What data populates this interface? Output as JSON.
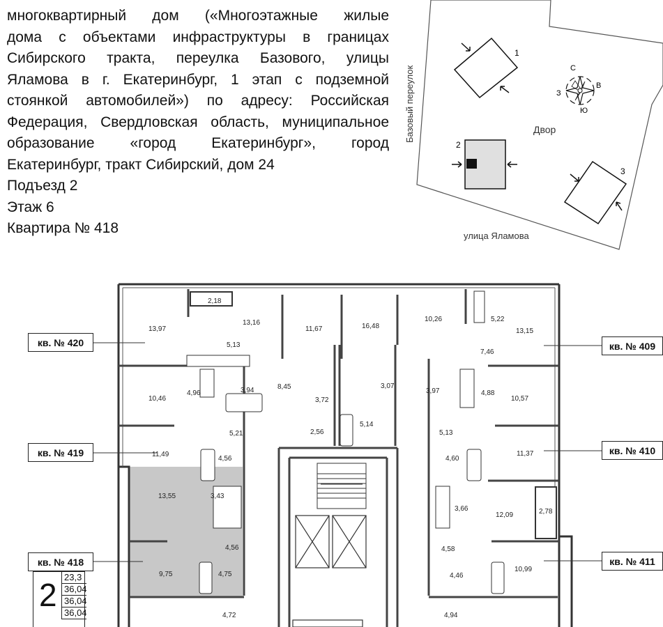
{
  "header": {
    "description_lines": [
      "многоквартирный дом («Многоэтажные жилые",
      "дома с объектами инфраструктуры в границах",
      "Сибирского тракта, переулка Базового, улицы",
      "Яламова в г. Екатеринбург, 1 этап с подземной",
      "стоянкой автомобилей») по адресу: Российская",
      "Федерация, Свердловская область, муниципальное",
      "образование «город Екатеринбург», город",
      "Екатеринбург, тракт Сибирский, дом 24"
    ],
    "entrance": "Подъезд 2",
    "floor": "Этаж 6",
    "apartment": "Квартира № 418"
  },
  "site_plan": {
    "street_left": "Базовый переулок",
    "street_bottom": "улица Яламова",
    "yard": "Двор",
    "buildings": [
      "1",
      "2",
      "3"
    ],
    "compass": {
      "north": "С",
      "east": "В",
      "south": "Ю",
      "west": "З"
    },
    "highlight_color": "#e0e0e0"
  },
  "apartments": {
    "left": [
      "кв. № 420",
      "кв. № 419",
      "кв. № 418"
    ],
    "right": [
      "кв. № 409",
      "кв. № 410",
      "кв. № 411"
    ]
  },
  "area_table": {
    "number": "2",
    "values": [
      "23,3",
      "36,04",
      "36,04",
      "36,04"
    ]
  },
  "room_areas": {
    "r1": "2,18",
    "r2": "13,97",
    "r3": "13,16",
    "r4": "5,13",
    "r5": "11,67",
    "r6": "16,48",
    "r7": "10,26",
    "r8": "5,22",
    "r9": "13,15",
    "r10": "7,46",
    "r11": "10,46",
    "r12": "4,96",
    "r13": "3,94",
    "r14": "8,45",
    "r15": "3,72",
    "r16": "3,07",
    "r17": "3,97",
    "r18": "4,88",
    "r19": "10,57",
    "r20": "5,21",
    "r21": "2,56",
    "r22": "5,14",
    "r23": "5,13",
    "r24": "11,49",
    "r25": "4,56",
    "r26": "4,60",
    "r27": "11,37",
    "r28": "13,55",
    "r29": "3,43",
    "r30": "3,66",
    "r31": "12,09",
    "r32": "2,78",
    "r33": "4,56",
    "r34": "4,58",
    "r35": "9,75",
    "r36": "4,75",
    "r37": "4,46",
    "r38": "10,99",
    "r39": "4,72",
    "r40": "4,94"
  },
  "colors": {
    "highlight": "#c8c8c8",
    "wall": "#333333"
  }
}
